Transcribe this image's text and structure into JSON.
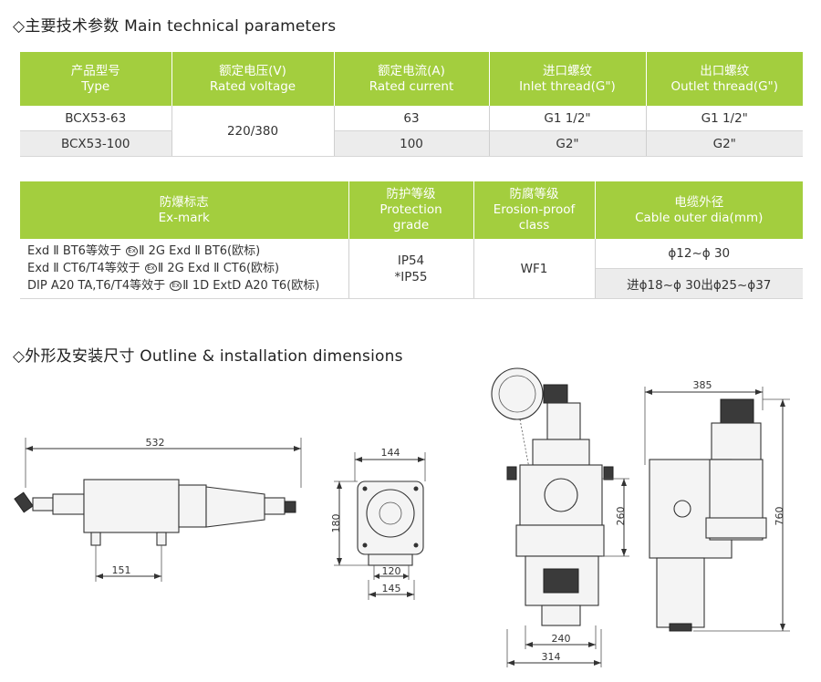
{
  "section1": {
    "title": "◇主要技术参数 Main technical parameters"
  },
  "table1": {
    "headers": [
      {
        "cn": "产品型号",
        "en": "Type"
      },
      {
        "cn": "额定电压(V)",
        "en": "Rated voltage"
      },
      {
        "cn": "额定电流(A)",
        "en": "Rated current"
      },
      {
        "cn": "进口螺纹",
        "en": "Inlet thread(G\")"
      },
      {
        "cn": "出口螺纹",
        "en": "Outlet thread(G\")"
      }
    ],
    "rows": [
      {
        "type": "BCX53-63",
        "voltage": "220/380",
        "current": "63",
        "inlet": "G1 1/2\"",
        "outlet": "G1 1/2\""
      },
      {
        "type": "BCX53-100",
        "current": "100",
        "inlet": "G2\"",
        "outlet": "G2\""
      }
    ]
  },
  "table2": {
    "headers": [
      {
        "cn": "防爆标志",
        "en": "Ex-mark"
      },
      {
        "cn": "防护等级",
        "en": "Protection",
        "en2": "grade"
      },
      {
        "cn": "防腐等级",
        "en": "Erosion-proof",
        "en2": "class"
      },
      {
        "cn": "电缆外径",
        "en": "Cable outer dia(mm)"
      }
    ],
    "exmark": {
      "l1a": "Exd Ⅱ BT6等效于",
      "l1b": "Ⅱ 2G Exd Ⅱ BT6(欧标)",
      "l2a": "Exd Ⅱ CT6/T4等效于",
      "l2b": "Ⅱ 2G Exd Ⅱ CT6(欧标)",
      "l3a": "DIP A20 TA,T6/T4等效于",
      "l3b": "Ⅱ 1D ExtD A20 T6(欧标)",
      "sym": "Ex"
    },
    "protection": {
      "a": "IP54",
      "b": "*IP55"
    },
    "erosion": "WF1",
    "cable1": "ϕ12~ϕ 30",
    "cable2": "进ϕ18~ϕ 30出ϕ25~ϕ37"
  },
  "section2": {
    "title": "◇外形及安装尺寸 Outline & installation dimensions"
  },
  "dimensions": {
    "d532": "532",
    "d151": "151",
    "d144": "144",
    "d180": "180",
    "d120": "120",
    "d145": "145",
    "d260": "260",
    "d240": "240",
    "d314": "314",
    "d385": "385",
    "d760": "760"
  }
}
